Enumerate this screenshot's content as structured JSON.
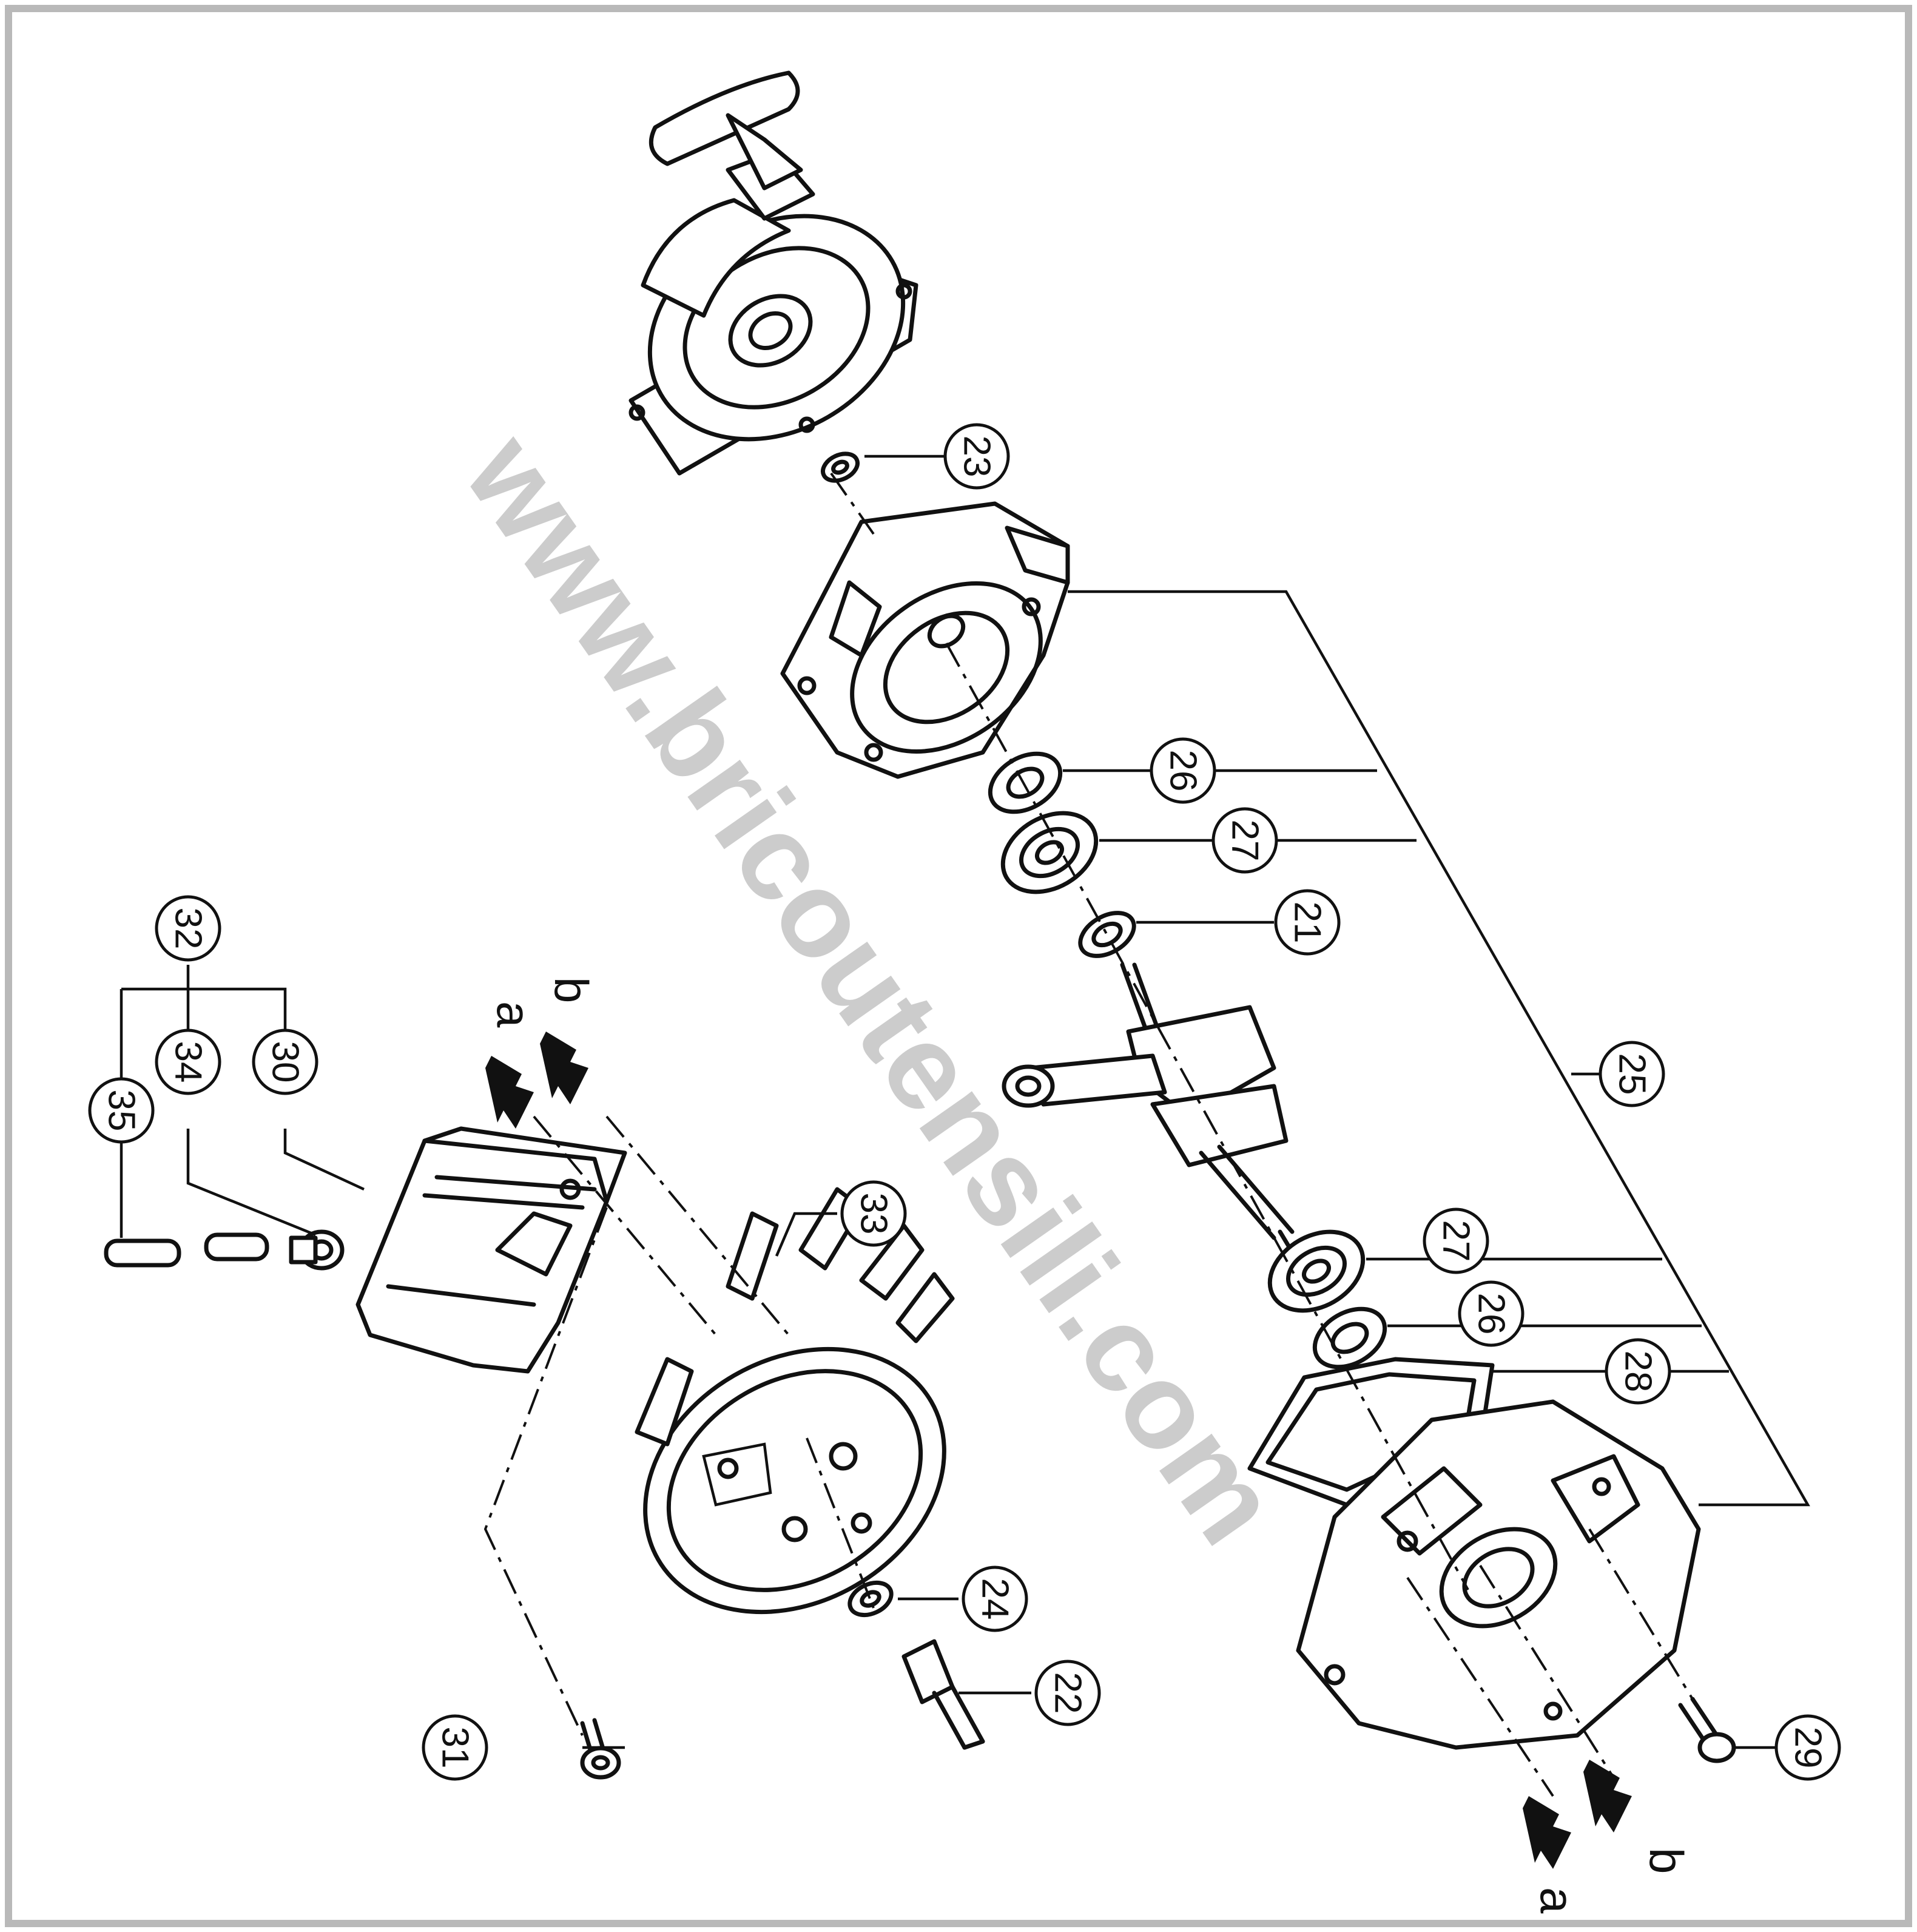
{
  "watermark": "www.bricoutensili.com",
  "callouts": {
    "c21": "21",
    "c22": "22",
    "c23": "23",
    "c24": "24",
    "c25": "25",
    "c26_upper": "26",
    "c26_lower": "26",
    "c27_upper": "27",
    "c27_lower": "27",
    "c28": "28",
    "c29": "29",
    "c30": "30",
    "c31": "31",
    "c32": "32",
    "c33": "33",
    "c34": "34",
    "c35": "35"
  },
  "alignment_marks": {
    "a_top": "a",
    "b_top": "b",
    "a_bottom": "a",
    "b_bottom": "b"
  },
  "parts": [
    "recoil-starter",
    "crankcase-half",
    "crankcase-half",
    "crankshaft",
    "flywheel",
    "ignition-coil"
  ]
}
